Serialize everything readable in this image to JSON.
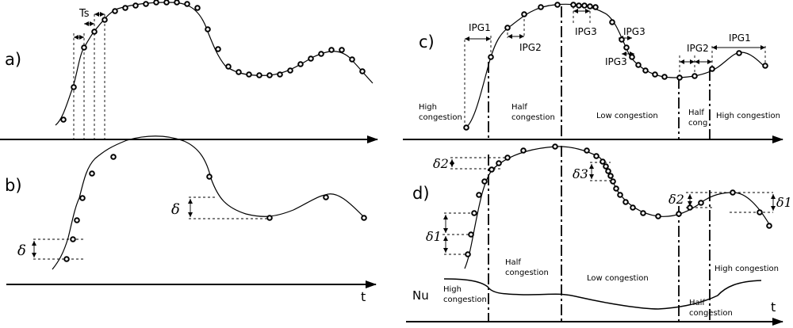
{
  "panels": {
    "a": {
      "label": "a)",
      "interval_label": "Ts"
    },
    "b": {
      "label": "b)",
      "delta_left": "δ",
      "delta_right": "δ",
      "axis_label": "t"
    },
    "c": {
      "label": "c)",
      "ipg_labels": [
        "IPG1",
        "IPG2",
        "IPG3",
        "IPG3",
        "IPG3",
        "IPG2",
        "IPG1"
      ],
      "regions": [
        {
          "line1": "High",
          "line2": "congestion"
        },
        {
          "line1": "Half",
          "line2": "congestion"
        },
        {
          "line1": "Low congestion",
          "line2": ""
        },
        {
          "line1": "Half",
          "line2": "cong"
        },
        {
          "line1": "High congestion",
          "line2": ""
        }
      ]
    },
    "d": {
      "label": "d)",
      "deltas": [
        "δ2",
        "δ3",
        "δ1",
        "δ2",
        "δ1"
      ],
      "regions": [
        {
          "line1": "High",
          "line2": "congestion"
        },
        {
          "line1": "Half",
          "line2": "congestion"
        },
        {
          "line1": "Low congestion",
          "line2": ""
        },
        {
          "line1": "Half",
          "line2": "congestion"
        },
        {
          "line1": "High congestion",
          "line2": ""
        }
      ],
      "nu_label": "Nu",
      "axis_label": "t"
    }
  }
}
